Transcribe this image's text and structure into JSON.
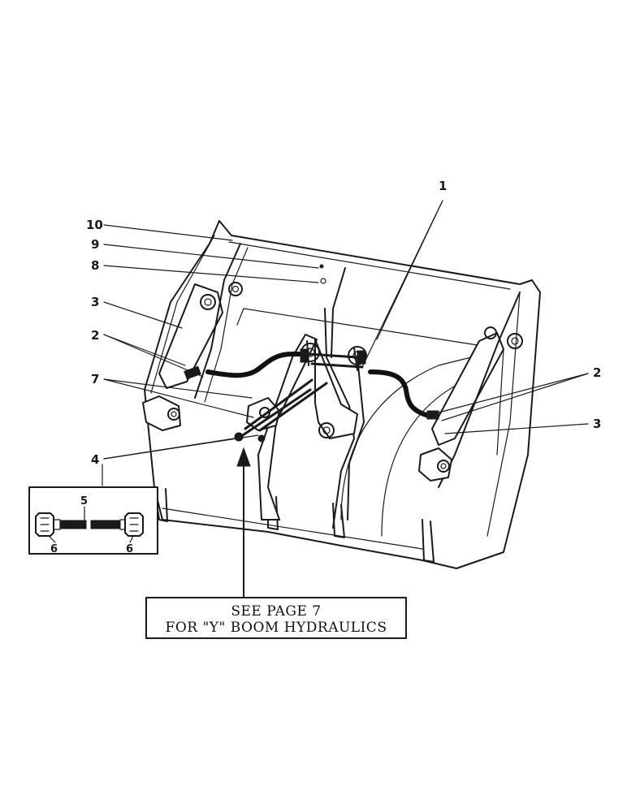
{
  "callouts": {
    "c1": "1",
    "c2_left": "2",
    "c2_right": "2",
    "c3_left": "3",
    "c3_right": "3",
    "c4": "4",
    "c5": "5",
    "c6_left": "6",
    "c6_right": "6",
    "c7": "7",
    "c8": "8",
    "c9": "9",
    "c10": "10"
  },
  "note": {
    "line1": "SEE PAGE 7",
    "line2": "FOR \"Y\" BOOM HYDRAULICS"
  }
}
